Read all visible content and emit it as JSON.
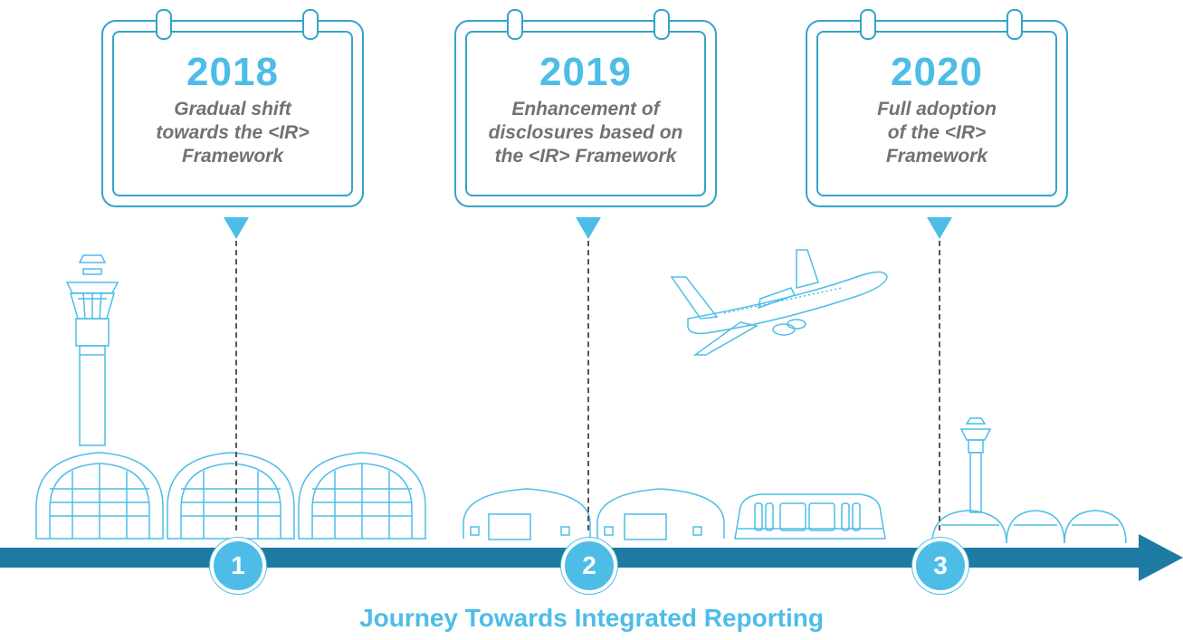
{
  "milestones": [
    {
      "year": "2018",
      "lines": [
        "Gradual shift",
        "towards the <IR>",
        "Framework"
      ],
      "number": "1"
    },
    {
      "year": "2019",
      "lines": [
        "Enhancement of",
        "disclosures based on",
        "the <IR> Framework"
      ],
      "number": "2"
    },
    {
      "year": "2020",
      "lines": [
        "Full adoption",
        "of the <IR>",
        "Framework"
      ],
      "number": "3"
    }
  ],
  "caption": "Journey Towards Integrated Reporting",
  "colors": {
    "accent": "#4dbde8",
    "outline": "#35a3c9",
    "arrow": "#1d7aa3",
    "text": "#727272"
  }
}
